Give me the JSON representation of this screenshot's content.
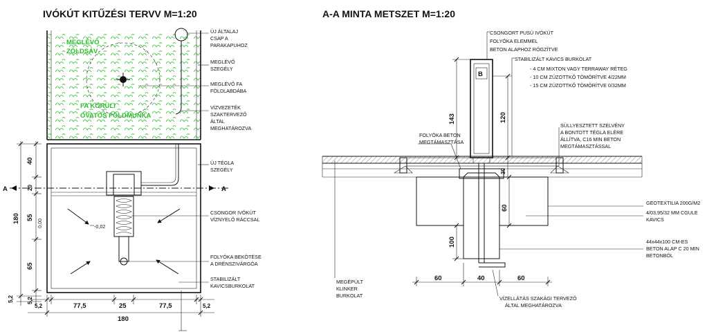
{
  "left_plan": {
    "title": "IVÓKÚT KITŰZÉSI TERVV M=1:20",
    "green_labels": [
      "MEGLÉVŐ",
      "ZÖLDSÁV",
      "FA KÖRÜLI",
      "ÓVATOS FÖLDMUNKA"
    ],
    "callouts": [
      [
        "ÚJ ÁLTALAJ",
        "CSAP A",
        "PARAKAPUHOZ"
      ],
      [
        "MEGLÉVŐ",
        "SZEGÉLY"
      ],
      [
        "MEGLÉVŐ FA",
        "FÖLDLABDÁBA"
      ],
      [
        "VÍZVEZETÉK",
        "SZAKTERVEZŐ",
        "ÁLTAL",
        "MEGHATÁROZVA"
      ],
      [
        "ÚJ TÉGLA",
        "SZEGÉLY"
      ],
      [
        "CSONGOR IVÓKÚT",
        "VÍZNYELŐ RÁCCSAL"
      ],
      [
        "FOLYÓKA BEKÖTÉSE",
        "A DRÉNSZIVÁRGÓA"
      ],
      [
        "STABILIZÁLT",
        "KAVICSBURKOLAT"
      ]
    ],
    "section_marker": "A",
    "level_left": "0,00",
    "level_inner": "-0,02",
    "dims_vertical": [
      "40",
      "20",
      "55",
      "65",
      "5,2",
      "5,2"
    ],
    "dim_total_vertical": "180",
    "dims_horizontal": [
      "5,2",
      "77,5",
      "25",
      "77,5",
      "5,2"
    ],
    "dim_total_horizontal": "180"
  },
  "right_section": {
    "title": "A-A MINTA METSZET   M=1:20",
    "post_letter": "B",
    "callouts": [
      [
        "CSONGORT PUSÚ IVÓKÚT",
        "FOLYÓKA ELEMMEL",
        "BETON ALAPHOZ RÖGZÍTVE"
      ],
      [
        "STABILIZÁLT KAVICS BURKOLAT",
        "- 4 CM MIXTON VAGY TERRAWAY RÉTEG",
        "- 10 CM ZÚZOTTKŐ TÖMÖRÍTVE 4/22MM",
        "- 15 CM ZÚZOTTKŐ TÖMÖRÍTVE 0/32MM"
      ],
      [
        "SÜLLYESZTETT SZELVÉNY",
        "A BONTOTT TÉGLA ELÉRE",
        "ÁLLÍTVA, C16 MIN BETON",
        "MEGTÁMASZTÁSSAL"
      ],
      [
        "FOLYÓKA BETON",
        "MEGTÁMASZTÁSA"
      ],
      [
        "GEOTEXTILIA 200G/M2"
      ],
      [
        "4/03,95/32 MM CGULE",
        "KAVICS"
      ],
      [
        "44x44x100 CM-ES",
        "BETON ALAP C 20 MIN",
        "BETONBÓL"
      ],
      [
        "MEGÉPÜLT",
        "KLINKER",
        "BURKOLAT"
      ],
      [
        "VÍZELLÁTÁS SZAKÁGI TERVEZŐ",
        "ÁLTAL MEGHATÁROZVA"
      ]
    ],
    "dims_vertical": [
      "143",
      "120",
      "30",
      "60",
      "100"
    ],
    "dims_horizontal": [
      "60",
      "40",
      "60"
    ]
  }
}
